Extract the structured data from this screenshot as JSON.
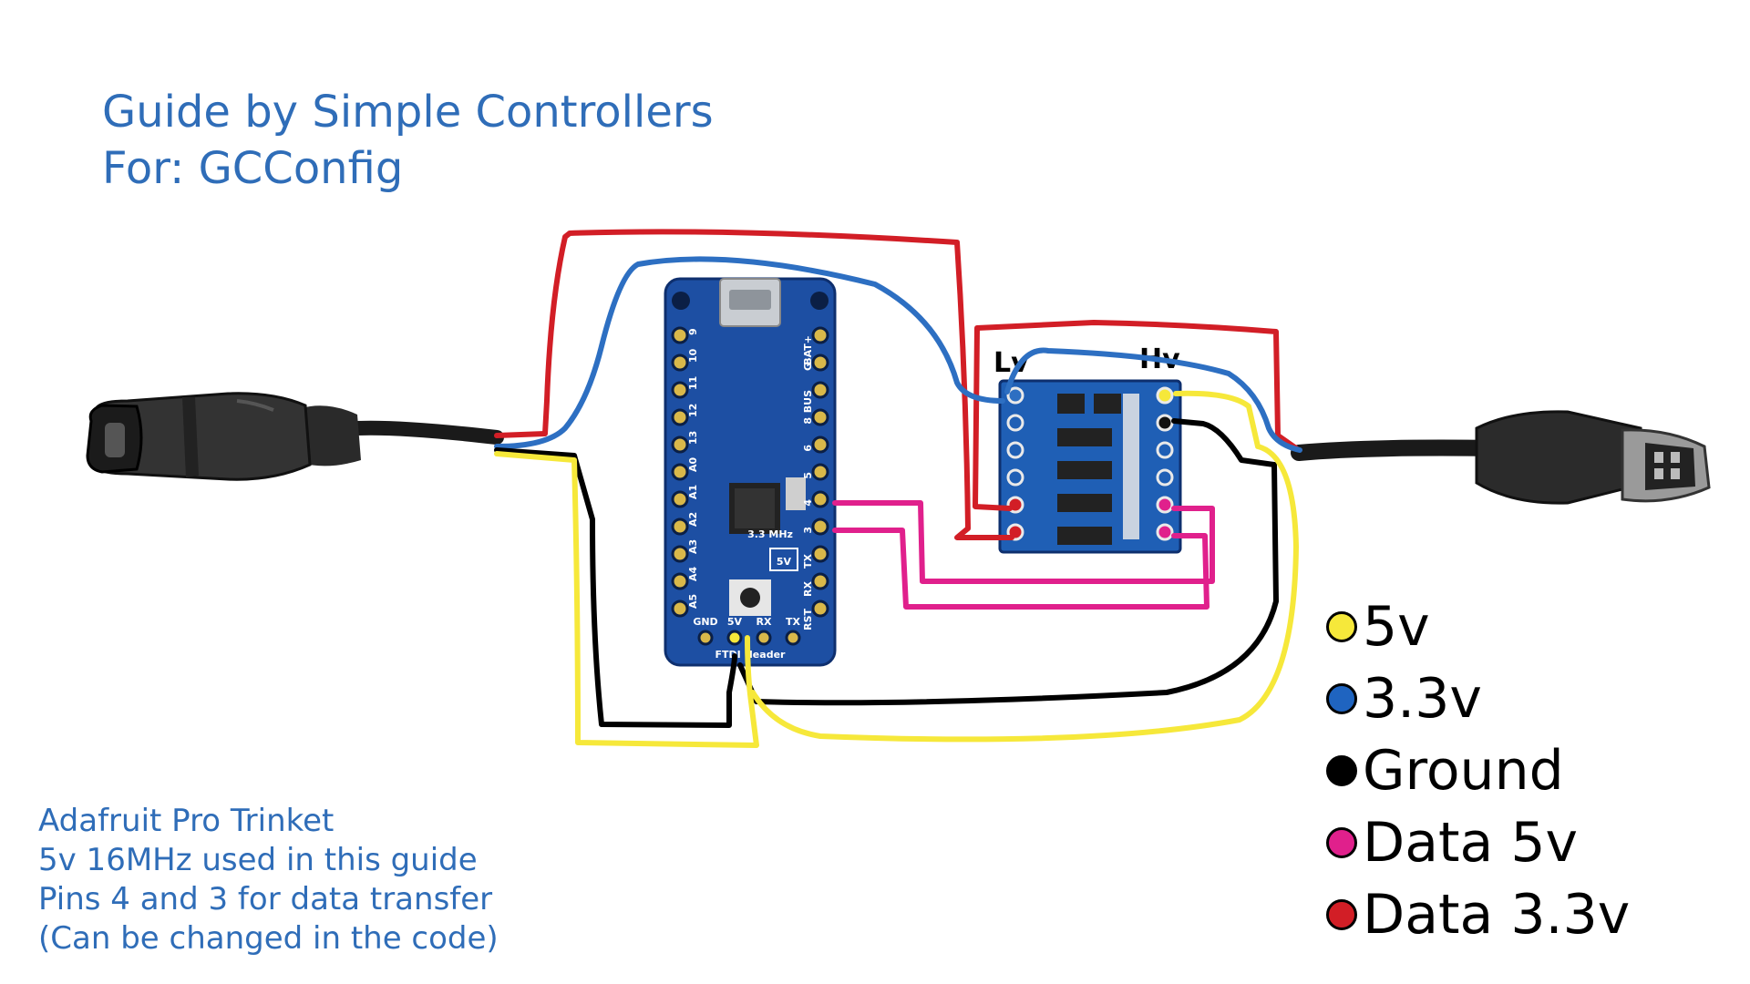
{
  "title": {
    "line1": "Guide by Simple Controllers",
    "line2": "For: GCConfig"
  },
  "notes": [
    "Adafruit Pro Trinket",
    "5v 16MHz used in this guide",
    "Pins 4 and 3 for data transfer",
    "(Can be changed in the code)"
  ],
  "legend": [
    {
      "label": "5v",
      "color": "#f6e83a",
      "icon": "yellow-dot-icon"
    },
    {
      "label": "3.3v",
      "color": "#1f64c0",
      "icon": "blue-dot-icon"
    },
    {
      "label": "Ground",
      "color": "#000000",
      "icon": "black-dot-icon"
    },
    {
      "label": "Data 5v",
      "color": "#e0208c",
      "icon": "magenta-dot-icon"
    },
    {
      "label": "Data 3.3v",
      "color": "#d21e26",
      "icon": "red-dot-icon"
    }
  ],
  "board": {
    "left_pins": [
      "9",
      "10",
      "11",
      "12",
      "13",
      "A0",
      "A1",
      "A2",
      "A3",
      "A4",
      "A5"
    ],
    "right_pins": [
      "BAT+",
      "G",
      "BUS",
      "8",
      "6",
      "5",
      "4",
      "3",
      "TX",
      "RX",
      "RST"
    ],
    "bottom_labels": [
      "GND",
      "5V",
      "RX",
      "TX"
    ],
    "footer": "FTDI Header",
    "badge": "5V",
    "clock": "3.3 MHz"
  },
  "level_shifter": {
    "low_label": "Lv",
    "high_label": "Hv"
  },
  "wire_colors": {
    "five_v": "#f6e83a",
    "three_v": "#2d6fc2",
    "ground": "#000000",
    "data_5v": "#e0208c",
    "data_3v": "#d21e26"
  }
}
